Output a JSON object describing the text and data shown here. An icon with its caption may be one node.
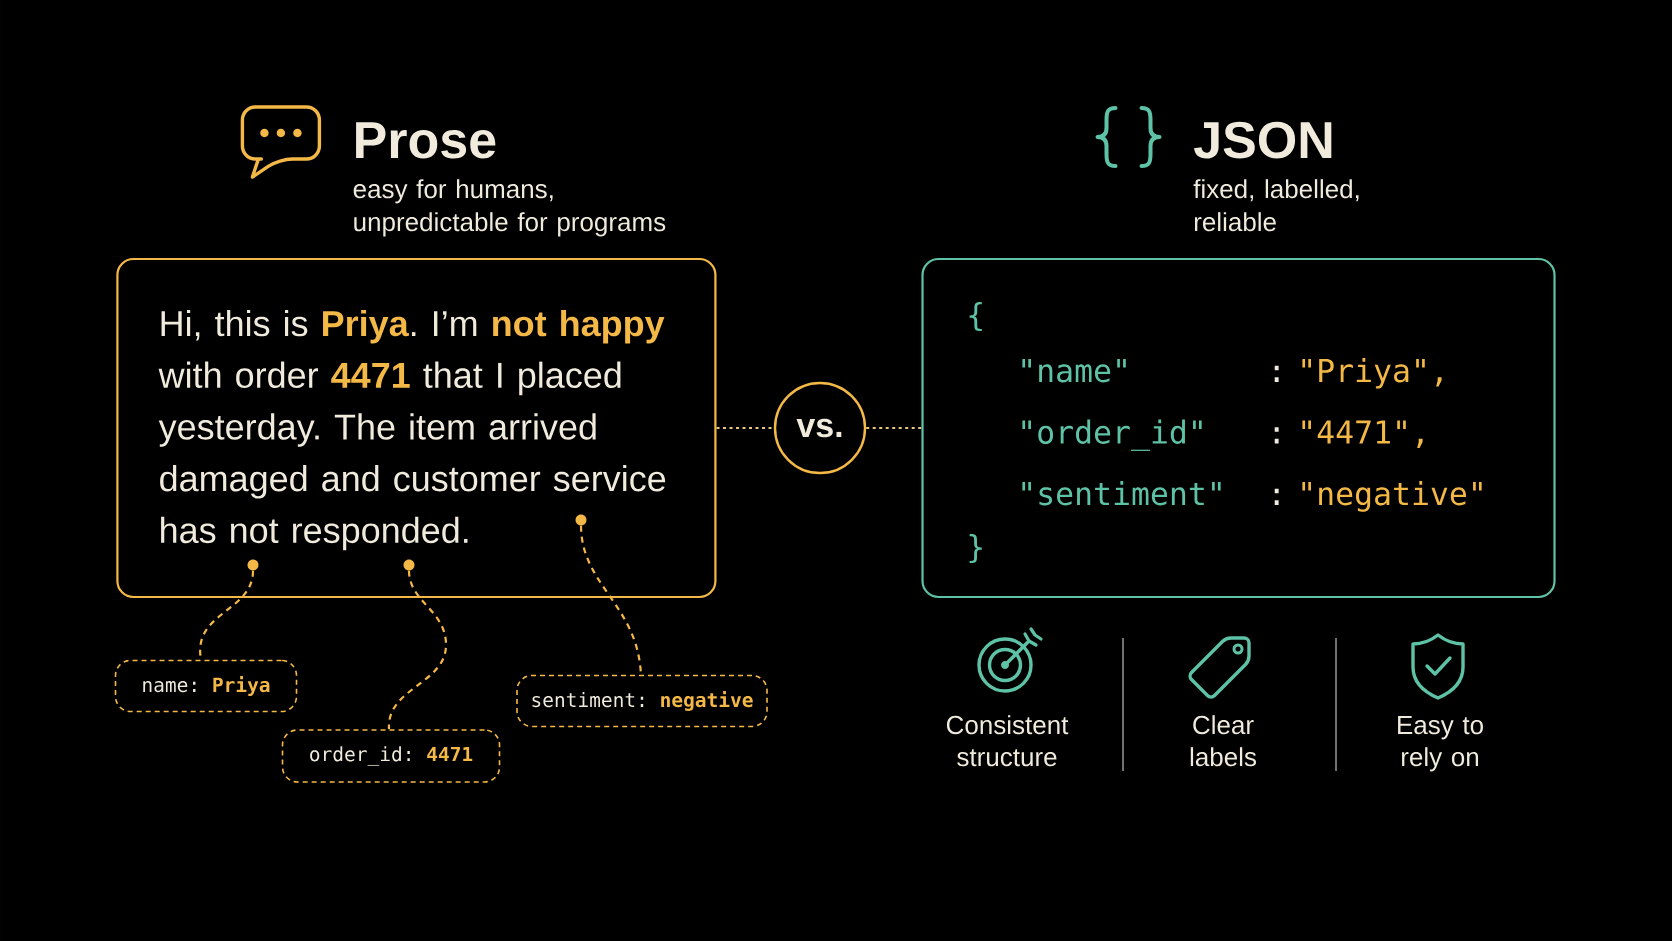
{
  "diagram": {
    "nodes": [
      {
        "text": [
          "Prose",
          "easy for humans, unpredictable for programs",
          "Hi, this is **Priya**. I’m **not happy** with order **4471** that I placed yesterday. The item arrived damaged and customer service has not responded."
        ]
      },
      {
        "text": [],
        "shape": "circle",
        "in": 0
      },
      {
        "text": [],
        "shape": "circle",
        "in": 0
      },
      {
        "text": [],
        "shape": "circle",
        "in": 0
      },
      {
        "text": [
          "vs."
        ]
      },
      {
        "text": [
          "JSON",
          "fixed, labelled, reliable",
          "{",
          "\"name\"",
          ":",
          "\"Priya\",",
          "\"order_id\"",
          ":",
          "\"4471\",",
          "\"sentiment\"",
          ":",
          "\"negative\"",
          "}"
        ]
      },
      {
        "text": [
          "name: **Priya**"
        ]
      },
      {
        "text": [
          "order_id: **4471**"
        ]
      },
      {
        "text": [
          "sentiment: **negative**"
        ]
      }
    ],
    "edges": [
      {
        "from": 0,
        "to": 4,
        "arrow": "none",
        "style": "dashed"
      },
      {
        "from": 4,
        "to": 5,
        "arrow": "none",
        "style": "dashed"
      },
      {
        "from": 1,
        "to": 6,
        "arrow": "none",
        "style": "dashed"
      },
      {
        "from": 2,
        "to": 7,
        "arrow": "none",
        "style": "dashed"
      },
      {
        "from": 3,
        "to": 8,
        "arrow": "none",
        "style": "dashed"
      }
    ],
    "labels": [
      "Consistent structure",
      "Clear labels",
      "Easy to rely on"
    ]
  }
}
